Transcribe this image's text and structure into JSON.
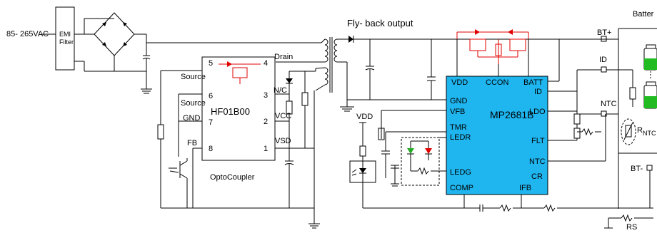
{
  "input": {
    "voltage_label": "85- 265VAC",
    "filter_line1": "EMI",
    "filter_line2": "Filter"
  },
  "flyback": {
    "output_label": "Fly- back output"
  },
  "controller": {
    "part": "HF01B00",
    "optocoupler_label": "OptoCoupler",
    "drain_label": "Drain",
    "pins": {
      "p1": "1",
      "p2": "2",
      "p3": "3",
      "p4": "4",
      "p5": "5",
      "p6": "6",
      "p7": "7",
      "p8": "8",
      "source1": "Source",
      "source2": "Source",
      "gnd": "GND",
      "fb": "FB",
      "nc": "N/C",
      "vcc": "VCC",
      "vsd": "VSD"
    }
  },
  "charger": {
    "part": "MP2681B",
    "vdd_label": "VDD",
    "pins": {
      "vdd": "VDD",
      "ccon": "CCON",
      "batt": "BATT",
      "id": "ID",
      "gnd": "GND",
      "ldo": "LDO",
      "vfb": "VFB",
      "tmr": "TMR",
      "ledr": "LEDR",
      "flt": "FLT",
      "ntc": "NTC",
      "cr": "CR",
      "ledg": "LEDG",
      "comp": "COMP",
      "ifb": "IFB"
    },
    "chip_color": "#1fb6f0"
  },
  "battery": {
    "title": "Batter",
    "bt_plus": "BT+",
    "id": "ID",
    "ntc": "NTC",
    "bt_minus": "BT-",
    "rs": "RS",
    "rntc_main": "R",
    "rntc_sub": "NTC"
  },
  "colors": {
    "mosfet_red": "#e00000",
    "battery_green": "#22bb22",
    "led_green": "#22aa22",
    "led_red": "#e00000"
  }
}
